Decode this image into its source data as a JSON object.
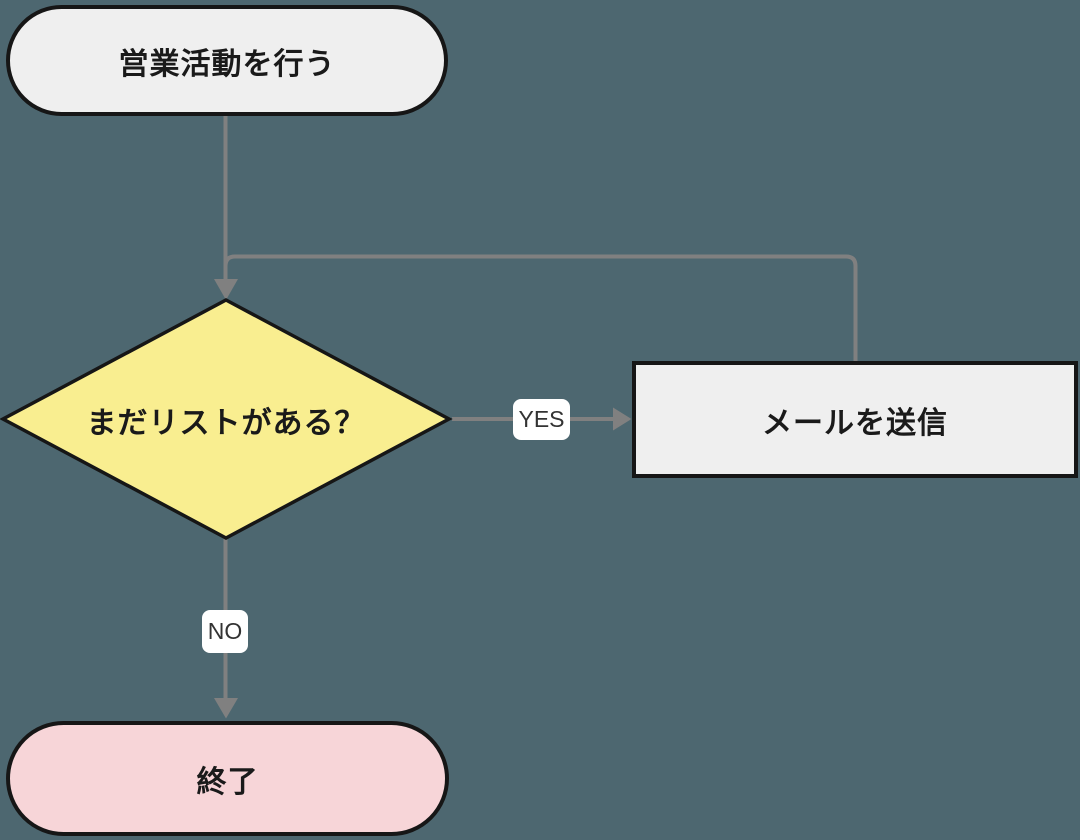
{
  "colors": {
    "background": "#4d6770",
    "node-fill": "#efefef",
    "node-border": "#161616",
    "node-text": "#1a1a1a",
    "diamond-fill": "#f9ee90",
    "end-fill": "#f7d5d8",
    "edge": "#808080",
    "label-bg": "#ffffff",
    "label-text": "#333333"
  },
  "nodes": {
    "start": {
      "label": "営業活動を行う"
    },
    "decision": {
      "label": "まだリストがある？"
    },
    "process": {
      "label": "メールを送信"
    },
    "end": {
      "label": "終了"
    }
  },
  "edges": {
    "yes_label": "YES",
    "no_label": "NO"
  }
}
